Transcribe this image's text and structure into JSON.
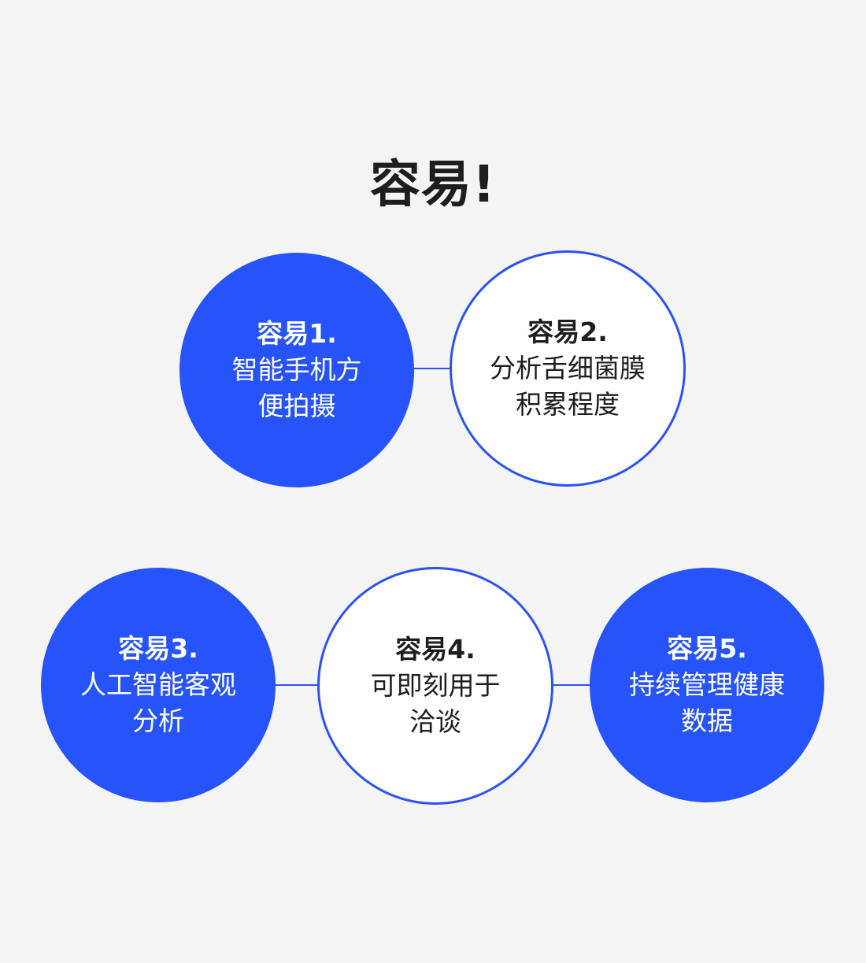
{
  "title": "容易!",
  "colors": {
    "accent": "#2753fb",
    "background": "#f4f4f4",
    "text": "#1e1e1e"
  },
  "steps": [
    {
      "heading": "容易1.",
      "lines": [
        "智能手机方",
        "便拍摄"
      ]
    },
    {
      "heading": "容易2.",
      "lines": [
        "分析舌细菌膜",
        "积累程度"
      ]
    },
    {
      "heading": "容易3.",
      "lines": [
        "人工智能客观",
        "分析"
      ]
    },
    {
      "heading": "容易4.",
      "lines": [
        "可即刻用于",
        "洽谈"
      ]
    },
    {
      "heading": "容易5.",
      "lines": [
        "持续管理健康",
        "数据"
      ]
    }
  ]
}
